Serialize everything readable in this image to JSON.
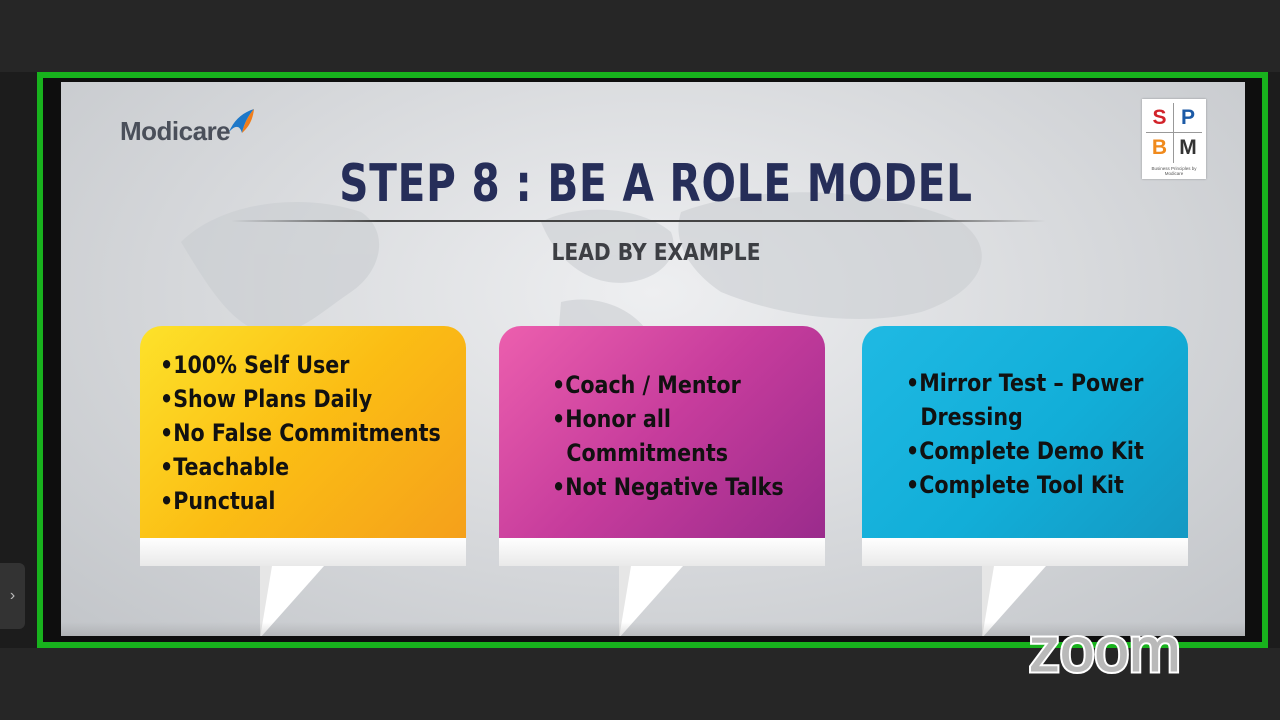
{
  "slide": {
    "brand_logo": "Modicare",
    "spbm_logo": {
      "letters": [
        "S",
        "P",
        "B",
        "M"
      ],
      "tagline": "Business Principles by Modicare"
    },
    "title": "STEP 8 : BE A ROLE MODEL",
    "subtitle": "LEAD BY EXAMPLE",
    "cards": [
      {
        "color": "#fbbd14",
        "items": [
          "•100% Self User",
          "•Show Plans Daily",
          "•No False Commitments",
          "•Teachable",
          "•Punctual"
        ]
      },
      {
        "color": "#c63c9c",
        "items": [
          "•Coach / Mentor",
          "•Honor all",
          "  Commitments",
          "•Not Negative Talks"
        ]
      },
      {
        "color": "#12aed8",
        "items": [
          "•Mirror Test – Power",
          "  Dressing",
          "•Complete Demo Kit",
          "•Complete Tool Kit"
        ]
      }
    ]
  },
  "meeting": {
    "watermark": "zoom",
    "frame_color": "#18b21d",
    "panel_toggle_icon": "chevron-right-icon"
  }
}
